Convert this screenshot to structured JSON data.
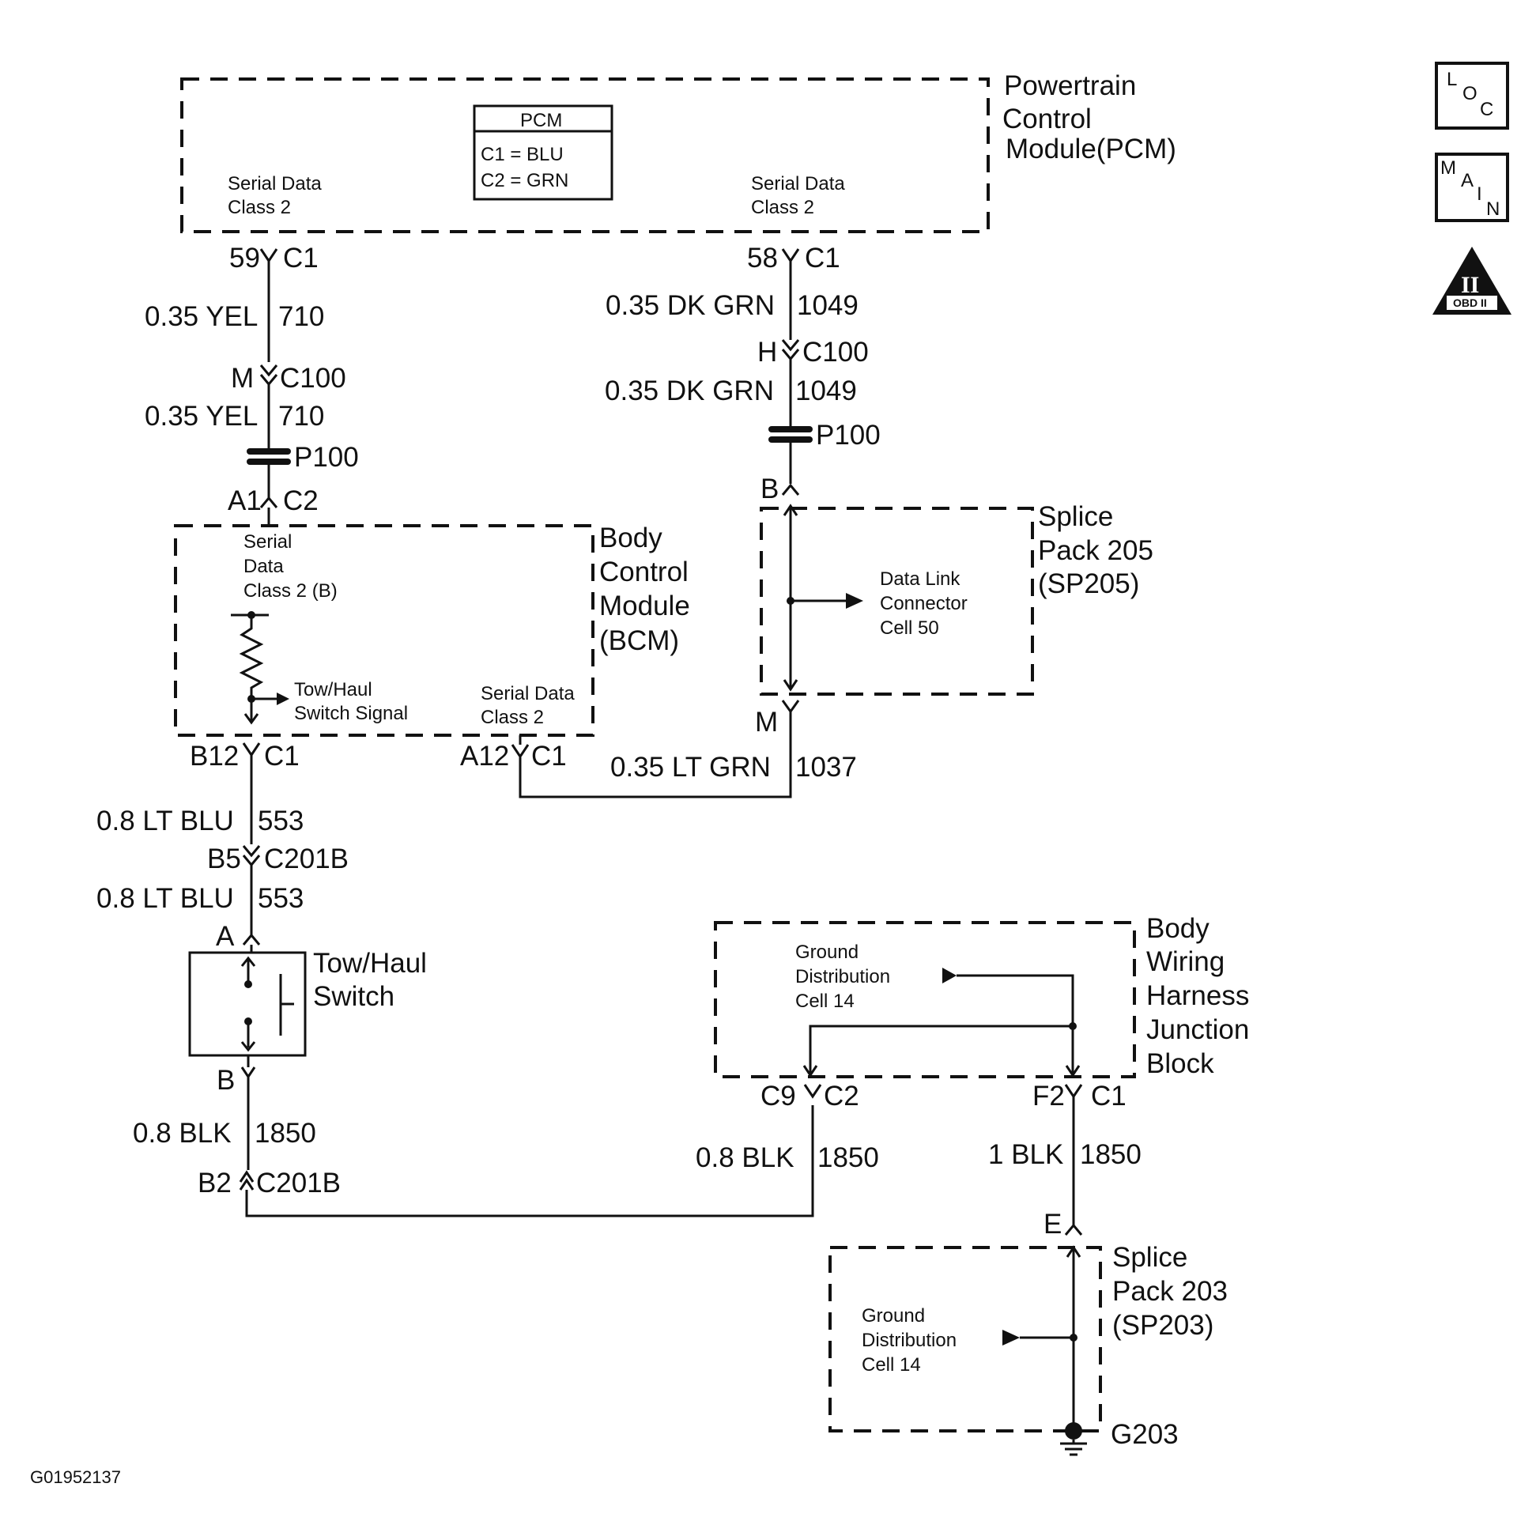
{
  "modules": {
    "pcm": {
      "title_lines": [
        "Powertrain",
        "Control",
        "Module(PCM)"
      ],
      "left_label": [
        "Serial Data",
        "Class 2"
      ],
      "right_label": [
        "Serial Data",
        "Class 2"
      ]
    },
    "pcm_legend": {
      "title": "PCM",
      "c1": "C1 = BLU",
      "c2": "C2 = GRN"
    },
    "bcm": {
      "title_lines": [
        "Body",
        "Control",
        "Module",
        "(BCM)"
      ],
      "serial_b": [
        "Serial",
        "Data",
        "Class 2 (B)"
      ],
      "tow_signal": [
        "Tow/Haul",
        "Switch Signal"
      ],
      "serial2": [
        "Serial Data",
        "Class 2"
      ]
    },
    "sp205": {
      "title_lines": [
        "Splice",
        "Pack 205",
        "(SP205)"
      ],
      "inner": [
        "Data Link",
        "Connector",
        "Cell 50"
      ]
    },
    "bwhjb": {
      "title_lines": [
        "Body",
        "Wiring",
        "Harness",
        "Junction",
        "Block"
      ],
      "inner": [
        "Ground",
        "Distribution",
        "Cell 14"
      ]
    },
    "sp203": {
      "title_lines": [
        "Splice",
        "Pack 203",
        "(SP203)"
      ],
      "inner": [
        "Ground",
        "Distribution",
        "Cell 14"
      ]
    },
    "switch": {
      "title_lines": [
        "Tow/Haul",
        "Switch"
      ]
    }
  },
  "connectors": {
    "c59": {
      "pin": "59",
      "conn": "C1"
    },
    "c58": {
      "pin": "58",
      "conn": "C1"
    },
    "m_c100": {
      "pin": "M",
      "conn": "C100"
    },
    "h_c100": {
      "pin": "H",
      "conn": "C100"
    },
    "p100_left": "P100",
    "p100_right": "P100",
    "a1_c2": {
      "pin": "A1",
      "conn": "C2"
    },
    "b_sp205": "B",
    "m_sp205": "M",
    "b12_c1": {
      "pin": "B12",
      "conn": "C1"
    },
    "a12_c1": {
      "pin": "A12",
      "conn": "C1"
    },
    "b5_c201b": {
      "pin": "B5",
      "conn": "C201B"
    },
    "a_switch": "A",
    "b_switch": "B",
    "b2_c201b": {
      "pin": "B2",
      "conn": "C201B"
    },
    "c9_c2": {
      "pin": "C9",
      "conn": "C2"
    },
    "f2_c1": {
      "pin": "F2",
      "conn": "C1"
    },
    "e_sp203": "E",
    "g203": "G203"
  },
  "wires": {
    "w710a": {
      "gauge": "0.35 YEL",
      "circuit": "710"
    },
    "w710b": {
      "gauge": "0.35 YEL",
      "circuit": "710"
    },
    "w1049a": {
      "gauge": "0.35 DK GRN",
      "circuit": "1049"
    },
    "w1049b": {
      "gauge": "0.35 DK GRN",
      "circuit": "1049"
    },
    "w1037": {
      "gauge": "0.35 LT GRN",
      "circuit": "1037"
    },
    "w553a": {
      "gauge": "0.8 LT BLU",
      "circuit": "553"
    },
    "w553b": {
      "gauge": "0.8 LT BLU",
      "circuit": "553"
    },
    "w1850a": {
      "gauge": "0.8 BLK",
      "circuit": "1850"
    },
    "w1850b": {
      "gauge": "0.8 BLK",
      "circuit": "1850"
    },
    "w1850c": {
      "gauge": "1 BLK",
      "circuit": "1850"
    }
  },
  "icons": {
    "loc": {
      "letters": [
        "L",
        "O",
        "C"
      ]
    },
    "main": {
      "letters": [
        "M",
        "A",
        "I",
        "N"
      ]
    },
    "obd": {
      "roman": "II",
      "label": "OBD II"
    }
  },
  "figure_id": "G01952137"
}
